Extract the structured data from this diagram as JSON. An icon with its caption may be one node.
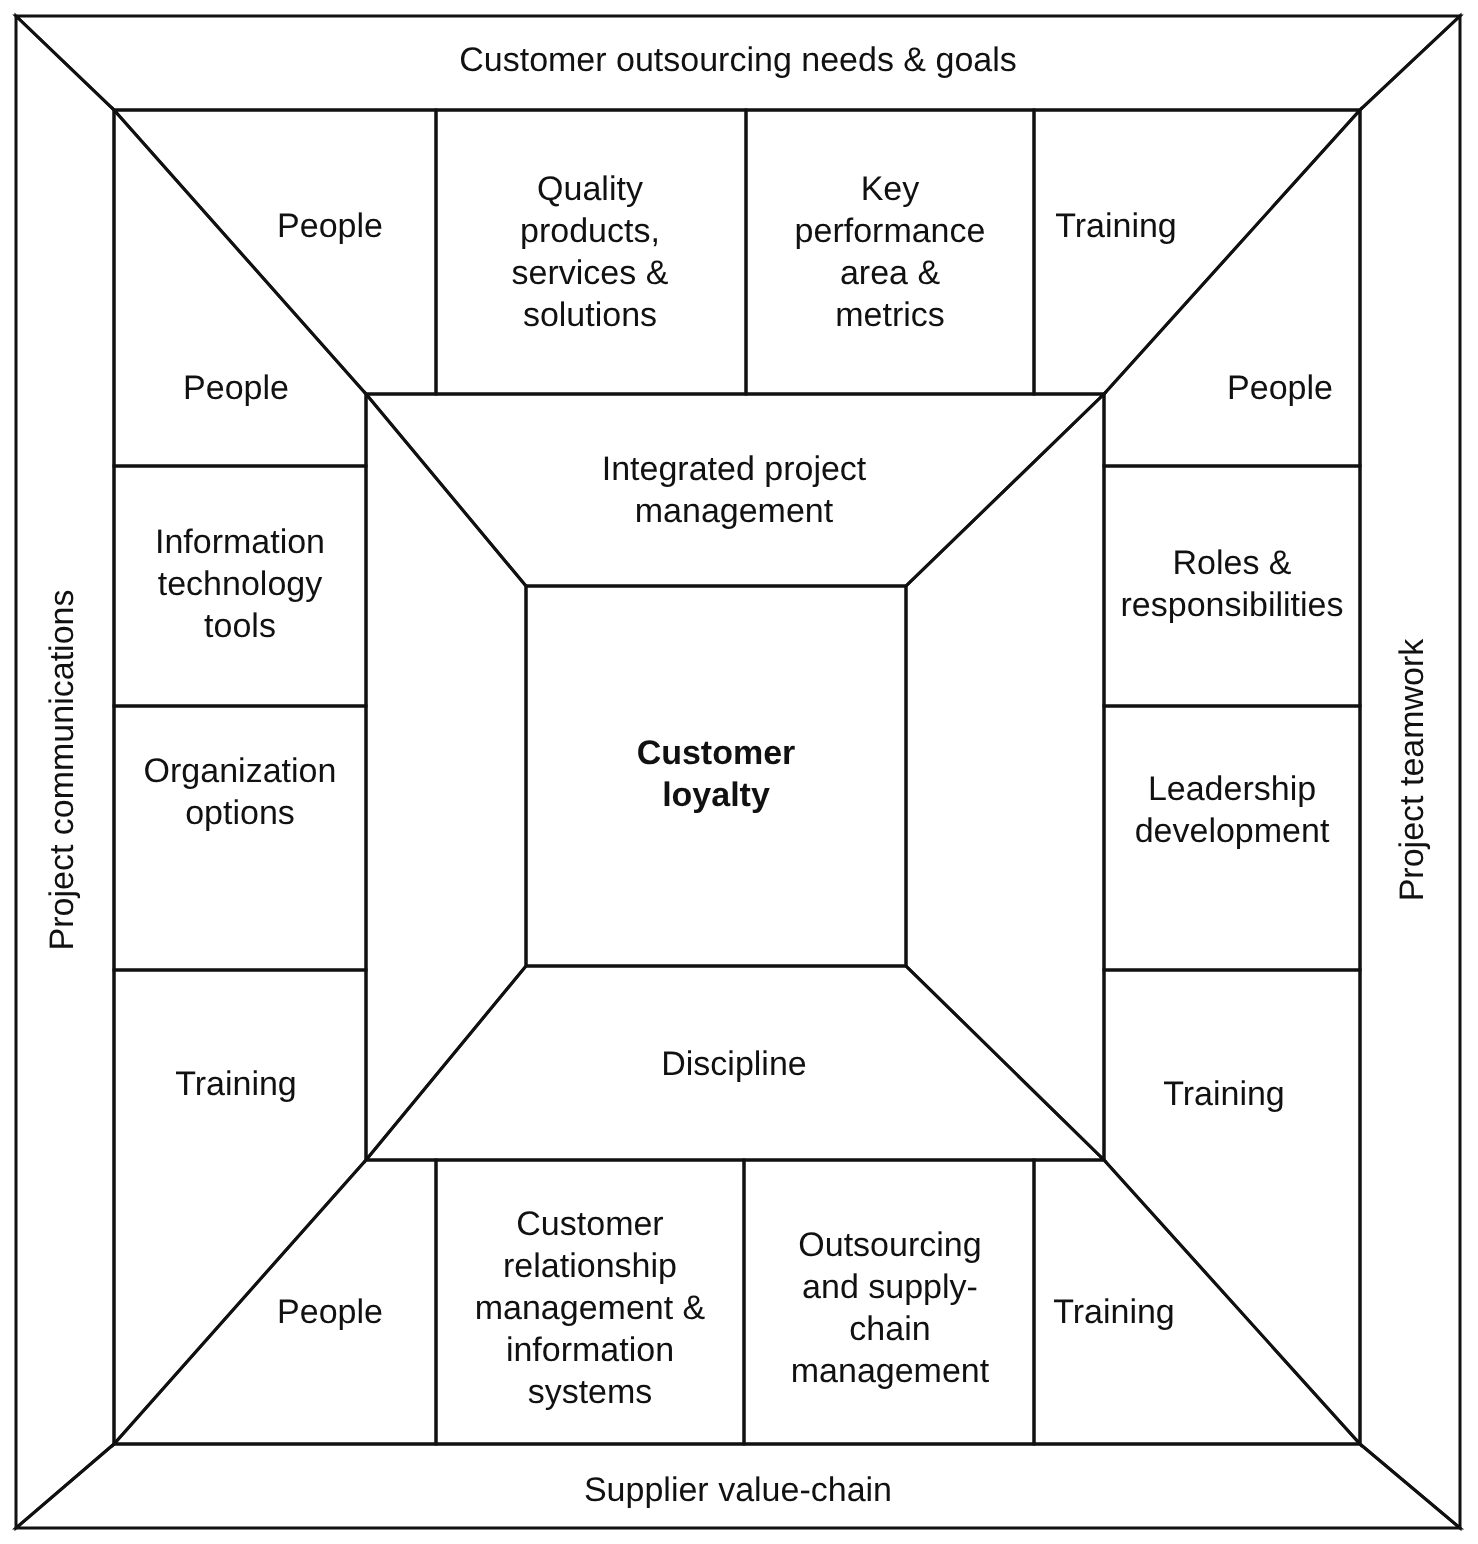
{
  "diagram": {
    "nodes": [
      {
        "text": [
          "Customer outsourcing needs & goals"
        ]
      },
      {
        "text": [
          "People"
        ]
      },
      {
        "text": [
          "Quality products, services & solutions"
        ]
      },
      {
        "text": [
          "Key performance area & metrics"
        ]
      },
      {
        "text": [
          "Training"
        ]
      },
      {
        "text": [
          "People"
        ]
      },
      {
        "text": [
          "People"
        ]
      },
      {
        "text": [
          "Project communications"
        ]
      },
      {
        "text": [
          "Integrated project management"
        ]
      },
      {
        "text": [
          "Information technology tools"
        ]
      },
      {
        "text": [
          "Roles & responsibilities"
        ]
      },
      {
        "text": [
          "Project teamwork"
        ]
      },
      {
        "text": [],
        "shape": "box"
      },
      {
        "text": [
          "Customer loyalty"
        ]
      },
      {
        "text": [],
        "shape": "box"
      },
      {
        "text": [
          "Organization options"
        ]
      },
      {
        "text": [
          "Leadership development"
        ]
      },
      {
        "text": [
          "Discipline"
        ]
      },
      {
        "text": [
          "Training"
        ]
      },
      {
        "text": [
          "Training"
        ]
      },
      {
        "text": [
          "People"
        ]
      },
      {
        "text": [
          "Customer relationship management & information systems"
        ]
      },
      {
        "text": [
          "Outsourcing and supply-chain management"
        ]
      },
      {
        "text": [
          "Training"
        ]
      },
      {
        "text": [
          "Supplier value-chain"
        ]
      }
    ]
  }
}
